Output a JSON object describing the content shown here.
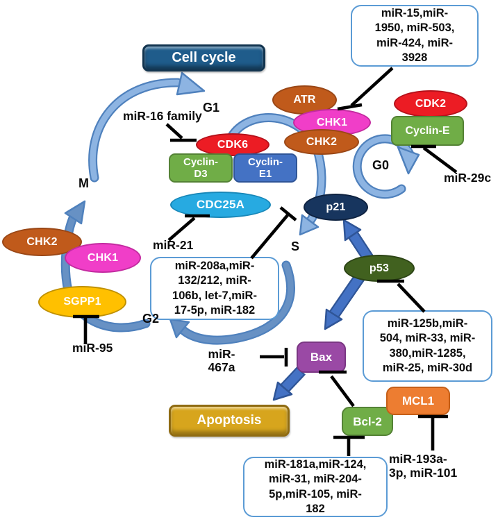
{
  "diagram_title": "Cell cycle",
  "outcome_label": "Apoptosis",
  "phases": {
    "g1": "G1",
    "g0": "G0",
    "s": "S",
    "g2": "G2",
    "m": "M"
  },
  "proteins": {
    "atr": "ATR",
    "chk1_top": "CHK1",
    "chk2_top": "CHK2",
    "cdk2": "CDK2",
    "cyclin_e": "Cyclin-E",
    "cdk6": "CDK6",
    "cyclin_d3": {
      "line1": "Cyclin-",
      "line2": "D3"
    },
    "cyclin_e1": {
      "line1": "Cyclin-",
      "line2": "E1"
    },
    "cdc25a": "CDC25A",
    "p21": "p21",
    "p53": "p53",
    "chk2_left": "CHK2",
    "chk1_left": "CHK1",
    "sgpp1": "SGPP1",
    "bax": "Bax",
    "bcl2": "Bcl-2",
    "mcl1": "MCL1"
  },
  "mir_labels": {
    "mir16": "miR-16 family",
    "mir21": "miR-21",
    "mir29c": "miR-29c",
    "mir95": "miR-95",
    "mir467a": {
      "line1": "miR-",
      "line2": "467a"
    },
    "mir193a": {
      "line1": "miR-193a-",
      "line2": "3p, miR-101"
    }
  },
  "mir_boxes": {
    "chk1_regulators": {
      "lines": [
        "miR-15,miR-",
        "1950, miR-503,",
        "miR-424, miR-",
        "3928"
      ]
    },
    "p21_regulators": {
      "lines": [
        "miR-208a,miR-",
        "132/212, miR-",
        "106b, let-7,miR-",
        "17-5p, miR-182"
      ]
    },
    "p53_regulators": {
      "lines": [
        "miR-125b,miR-",
        "504, miR-33, miR-",
        "380,miR-1285,",
        "miR-25, miR-30d"
      ]
    },
    "bcl2_regulators": {
      "lines": [
        "miR-181a,miR-124,",
        "miR-31, miR-204-",
        "5p,miR-105, miR-",
        "182"
      ]
    }
  },
  "colors": {
    "cell_cycle_box": "#1F5C8B",
    "cell_cycle_border": "#12344F",
    "apoptosis_box": "#D7A51D",
    "apoptosis_border": "#8F6B12",
    "atr_chk2": "#C05A1B",
    "chk1": "#F03EC8",
    "cdk": "#EC1C24",
    "green_node": "#70AD47",
    "cyclin_e1_blue": "#4472C4",
    "cdc25a": "#27AAE1",
    "p21": "#17355E",
    "p53": "#41611F",
    "sgpp1": "#FFC000",
    "bax": "#9A49A5",
    "mcl1": "#ED7D31",
    "mir_box_border": "#5B9BD5",
    "arc_fill": "#8DB4E2",
    "arc_fill_dark": "#6791C4",
    "arc_border": "#4F81BD",
    "solid_arrow": "#4472C4",
    "solid_arrow_border": "#2F5597",
    "inhibition": "#000000"
  }
}
